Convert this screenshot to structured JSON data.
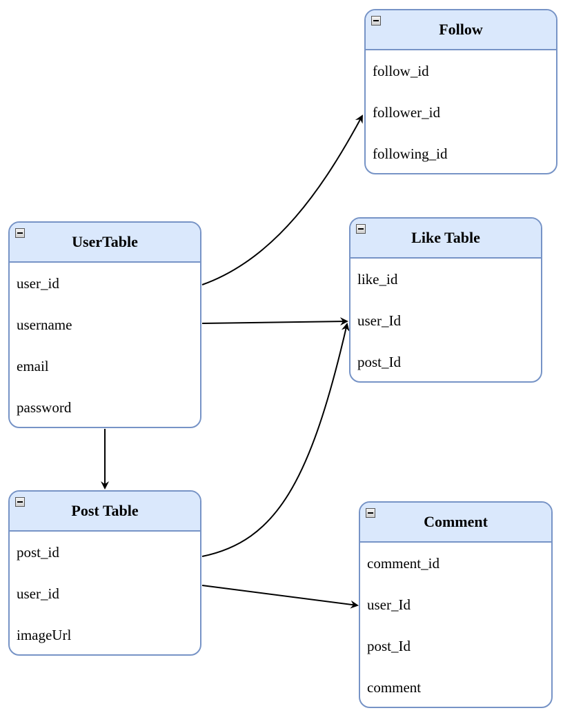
{
  "tables": {
    "follow": {
      "title": "Follow",
      "fields": [
        "follow_id",
        "follower_id",
        "following_id"
      ]
    },
    "user": {
      "title": "UserTable",
      "fields": [
        "user_id",
        "username",
        "email",
        "password"
      ]
    },
    "like": {
      "title": "Like Table",
      "fields": [
        "like_id",
        "user_Id",
        "post_Id"
      ]
    },
    "post": {
      "title": "Post Table",
      "fields": [
        "post_id",
        "user_id",
        "imageUrl"
      ]
    },
    "comment": {
      "title": "Comment",
      "fields": [
        "comment_id",
        "user_Id",
        "post_Id",
        "comment"
      ]
    }
  },
  "relationships": [
    {
      "from": "UserTable.user_id",
      "to": "Follow.follower_id"
    },
    {
      "from": "UserTable.username",
      "to": "Like Table.user_Id"
    },
    {
      "from": "UserTable",
      "to": "Post Table"
    },
    {
      "from": "Post Table.post_id",
      "to": "Like Table.user_Id"
    },
    {
      "from": "Post Table.user_id",
      "to": "Comment.user_Id"
    }
  ],
  "colors": {
    "header_fill": "#dae8fc",
    "border": "#7693c6",
    "arrow": "#000000"
  }
}
